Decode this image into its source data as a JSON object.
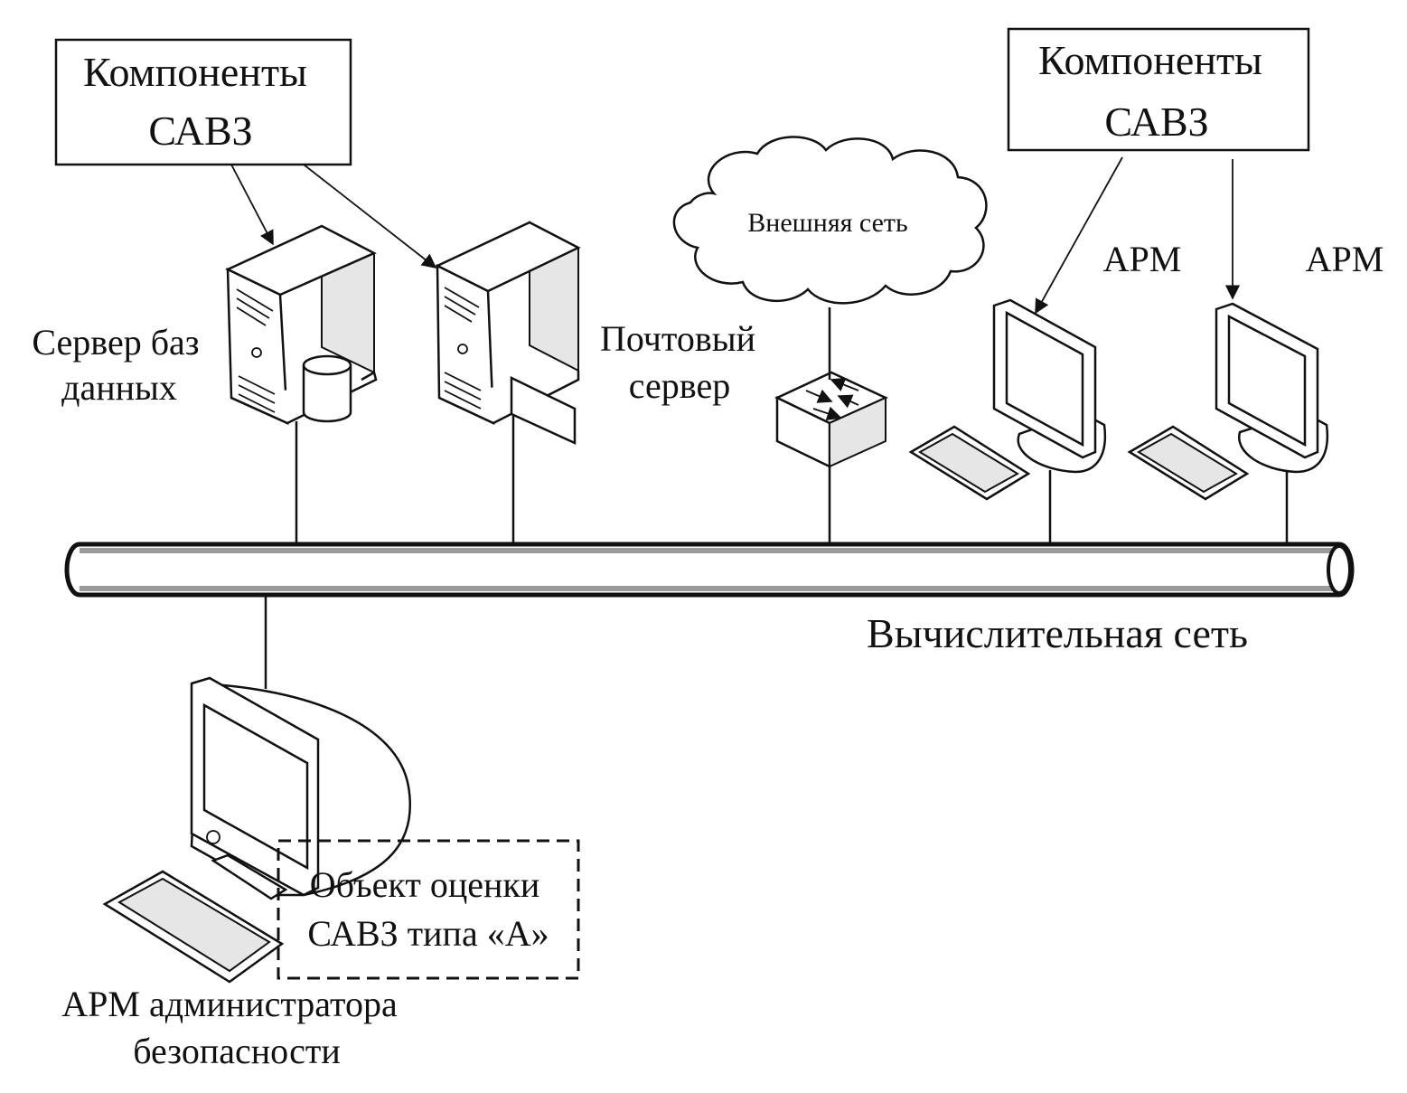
{
  "diagram": {
    "box_left": {
      "line1": "Компоненты",
      "line2": "САВЗ"
    },
    "box_right": {
      "line1": "Компоненты",
      "line2": "САВЗ"
    },
    "db_server": {
      "line1": "Сервер баз",
      "line2": "данных"
    },
    "mail_server": {
      "line1": "Почтовый",
      "line2": "сервер"
    },
    "external_net": "Внешняя сеть",
    "workstation_1": "АРМ",
    "workstation_2": "АРМ",
    "network": "Вычислительная сеть",
    "eval_object": {
      "line1": "Объект оценки",
      "line2": "САВЗ типа «А»"
    },
    "admin_ws": {
      "line1": "АРМ администратора",
      "line2": "безопасности"
    }
  }
}
